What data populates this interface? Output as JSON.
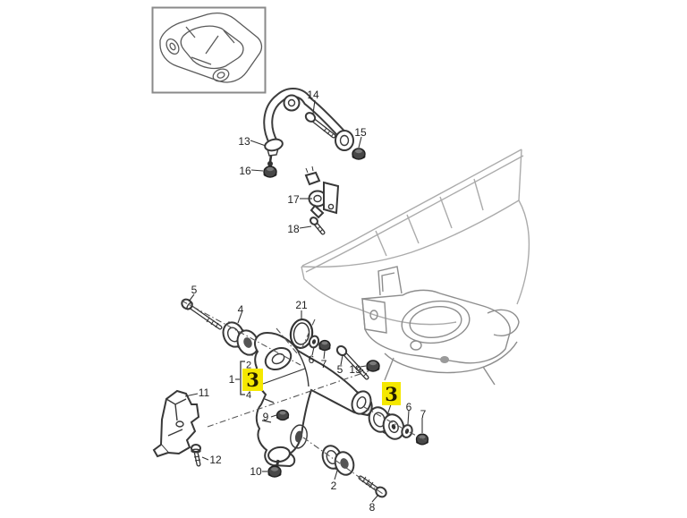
{
  "diagram": {
    "type": "exploded-parts-diagram",
    "subject": "front-axle control arms and suspension cross member",
    "highlight_color": "#f5e800",
    "line_color": "#383838",
    "subframe_color": "#ababab",
    "background_color": "#ffffff"
  },
  "highlighted_part_number": "3",
  "callouts": {
    "part1": "1",
    "part2_bracket": "2",
    "part3_bracket": "3",
    "part4_bracket": "4",
    "part2": "2",
    "part3": "3",
    "part4": "4",
    "part5_front": "5",
    "part5_rear": "5",
    "part6_front": "6",
    "part6_rear": "6",
    "part7_front": "7",
    "part7_rear": "7",
    "part8": "8",
    "part9": "9",
    "part10": "10",
    "part11": "11",
    "part12": "12",
    "part13": "13",
    "part14": "14",
    "part15": "15",
    "part16": "16",
    "part17": "17",
    "part18": "18",
    "part19": "19",
    "part21": "21"
  }
}
